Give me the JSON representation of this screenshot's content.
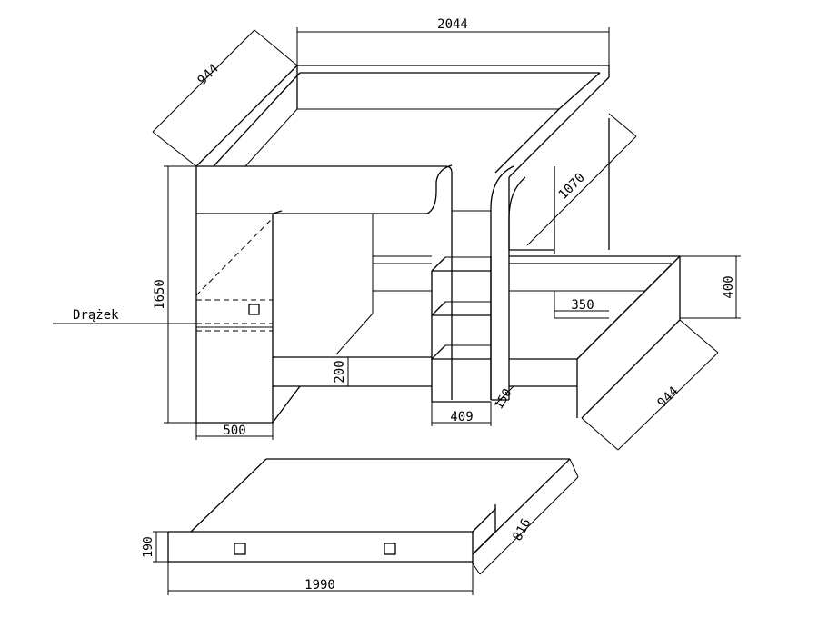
{
  "drawing": {
    "callout_label": "Drążek",
    "dimensions": {
      "top_width": "2044",
      "upper_depth": "944",
      "upper_bed_length": "1070",
      "total_height": "1650",
      "lower_height": "400",
      "step": "350",
      "guard_height": "200",
      "cabinet_width": "500",
      "stair_width": "409",
      "stair_depth": "150",
      "lower_depth": "944",
      "drawer_height": "190",
      "drawer_length": "1990",
      "drawer_depth": "816"
    }
  }
}
